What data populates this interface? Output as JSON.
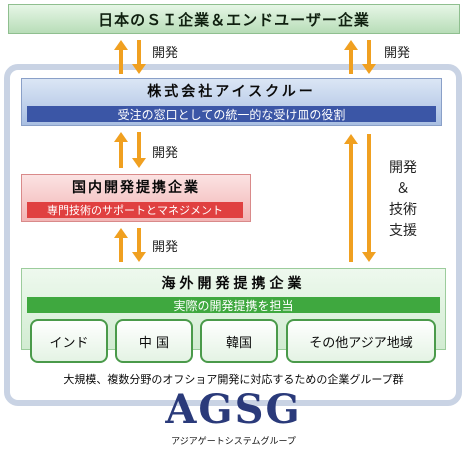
{
  "top": {
    "title": "日本のＳＩ企業＆エンドユーザー企業"
  },
  "flows": {
    "top_left": "開発",
    "top_right": "開発",
    "middle": "開発",
    "lower": "開発",
    "side_lines": [
      "開発",
      "＆",
      "技術",
      "支援"
    ]
  },
  "company": {
    "name": "株式会社アイスクルー",
    "role": "受注の窓口としての統一的な受け皿の役割"
  },
  "domestic": {
    "name": "国内開発提携企業",
    "role": "専門技術のサポートとマネジメント"
  },
  "overseas": {
    "name": "海外開発提携企業",
    "role": "実際の開発提携を担当",
    "countries": [
      "インド",
      "中 国",
      "韓国",
      "その他アジア地域"
    ]
  },
  "caption": "大規模、複数分野のオフショア開発に対応するための企業グループ群",
  "logo": {
    "text": "AGSG",
    "subtitle": "アジアゲートシステムグループ"
  },
  "colors": {
    "arrow": "#f0a020",
    "company_band": "#3b56a6",
    "domestic_band": "#e04040",
    "overseas_band": "#3fa83f"
  }
}
